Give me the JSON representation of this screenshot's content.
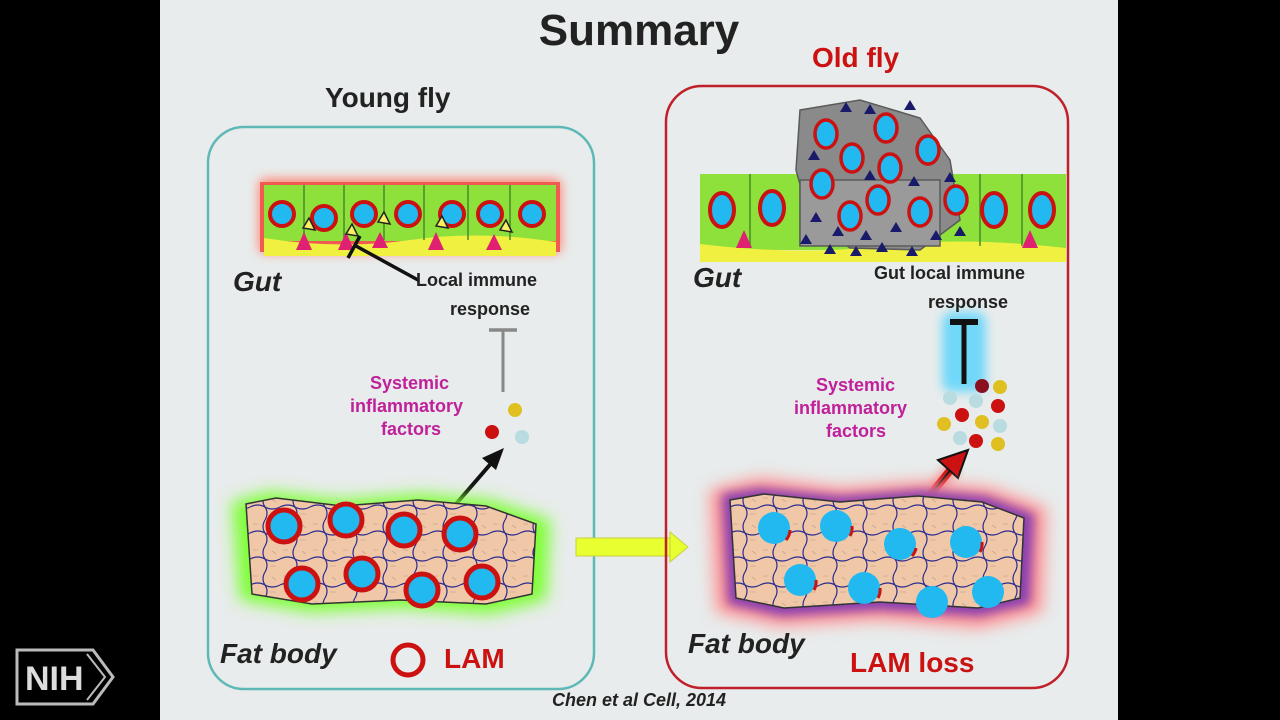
{
  "slide": {
    "title": "Summary",
    "young": {
      "label": "Young fly",
      "gut_label": "Gut",
      "immune_label_line1": "Local immune",
      "immune_label_line2": "response",
      "systemic_line1": "Systemic",
      "systemic_line2": "inflammatory",
      "systemic_line3": "factors",
      "fat_label": "Fat body",
      "lam_label": "LAM"
    },
    "old": {
      "label": "Old fly",
      "gut_label": "Gut",
      "immune_label_line1": "Gut local immune",
      "immune_label_line2": "response",
      "systemic_line1": "Systemic",
      "systemic_line2": "inflammatory",
      "systemic_line3": "factors",
      "fat_label": "Fat body",
      "lam_label": "LAM loss"
    },
    "citation": "Chen et al Cell, 2014"
  },
  "logo": {
    "text": "NIH"
  },
  "colors": {
    "slide_bg": "#e8ecec",
    "young_panel": "#5fb8b8",
    "old_panel": "#c0202a",
    "lam_ring": "#cc1111",
    "nucleus": "#22b8f0",
    "gut_cell": "#8ee03a",
    "systemic_text": "#c0209a",
    "transition_arrow": "#e8ff30"
  }
}
